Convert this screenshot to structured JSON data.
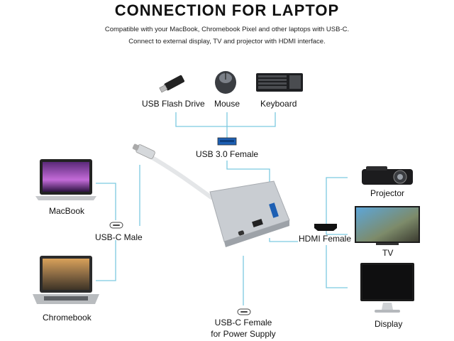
{
  "title": "CONNECTION FOR LAPTOP",
  "subtitle_line1": "Compatible with your MacBook, Chromebook Pixel and other laptops with USB-C.",
  "subtitle_line2": "Connect to external display, TV and projector with HDMI interface.",
  "devices": {
    "usb_flash": "USB Flash Drive",
    "mouse": "Mouse",
    "keyboard": "Keyboard",
    "macbook": "MacBook",
    "chromebook": "Chromebook",
    "projector": "Projector",
    "tv": "TV",
    "display": "Display"
  },
  "ports": {
    "usb3": "USB 3.0 Female",
    "usbc_male": "USB-C Male",
    "hdmi": "HDMI Female",
    "usbc_female_1": "USB-C Female",
    "usbc_female_2": "for Power Supply"
  },
  "colors": {
    "connector_line": "#7cc9e0",
    "adapter_body": "#c9cdd2"
  }
}
